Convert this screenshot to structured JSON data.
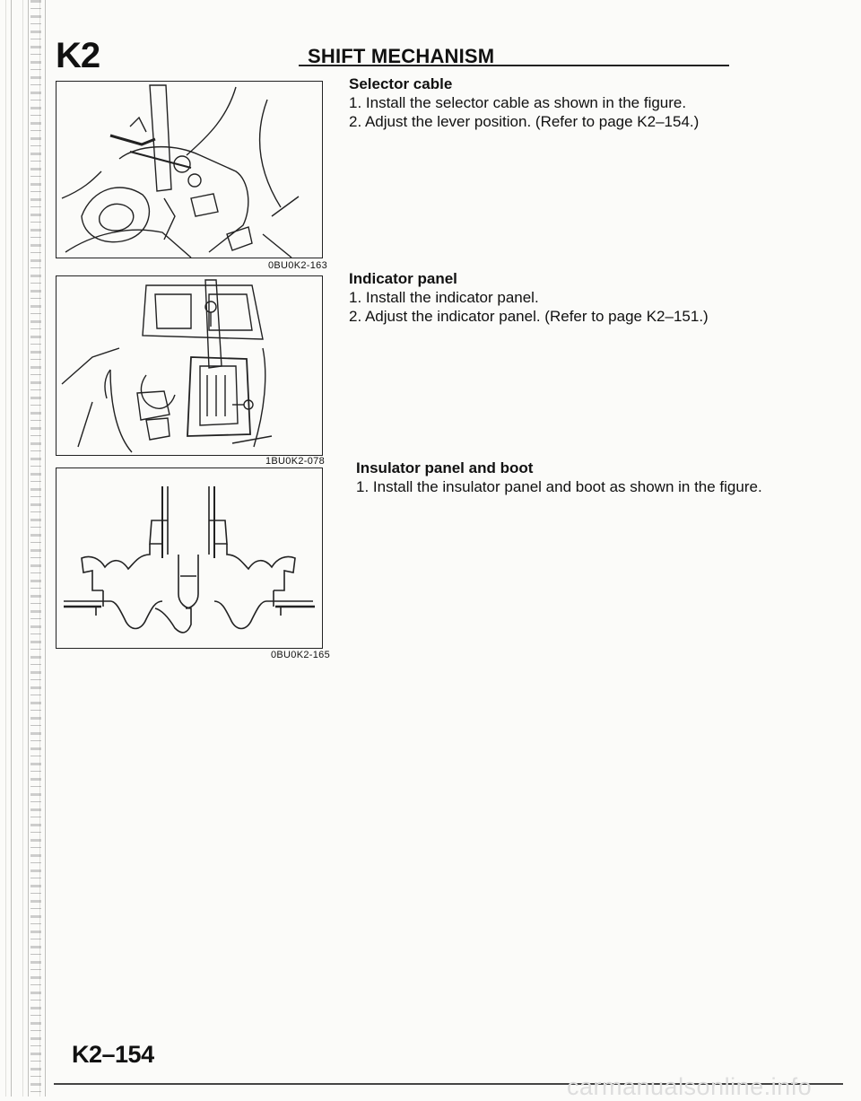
{
  "header": {
    "section_code": "K2",
    "section_title": "SHIFT MECHANISM"
  },
  "figures": [
    {
      "code": "0BU0K2-163"
    },
    {
      "code": "1BU0K2-078"
    },
    {
      "code": "0BU0K2-165"
    }
  ],
  "sections": [
    {
      "heading": "Selector cable",
      "steps": [
        "1. Install the selector cable as shown in the figure.",
        "2. Adjust the lever position. (Refer to page K2–154.)"
      ]
    },
    {
      "heading": "Indicator panel",
      "steps": [
        "1. Install the indicator panel.",
        "2. Adjust the indicator panel. (Refer to page K2–151.)"
      ]
    },
    {
      "heading": "Insulator panel and boot",
      "steps": [
        "1. Install the insulator panel and boot as shown in the figure."
      ]
    }
  ],
  "footer": {
    "page_number": "K2–154",
    "watermark": "carmanualsonline.info"
  }
}
